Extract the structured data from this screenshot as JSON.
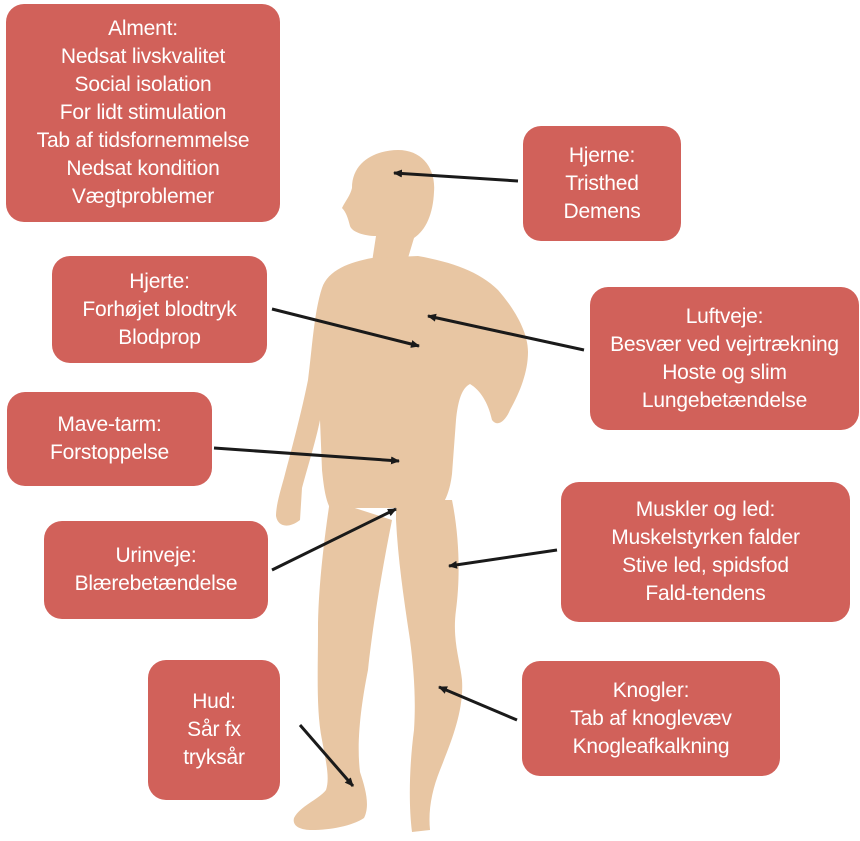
{
  "colors": {
    "box": "#d1615a",
    "box_text": "#ffffff",
    "body_silhouette": "#e8c6a3",
    "arrow": "#1a1a1a",
    "background": "#ffffff"
  },
  "boxes": {
    "alment": {
      "lines": [
        "Alment:",
        "Nedsat livskvalitet",
        "Social isolation",
        "For lidt stimulation",
        "Tab af tidsfornemmelse",
        "Nedsat kondition",
        "Vægtproblemer"
      ]
    },
    "hjerne": {
      "lines": [
        "Hjerne:",
        "Tristhed",
        "Demens"
      ]
    },
    "hjerte": {
      "lines": [
        "Hjerte:",
        "Forhøjet blodtryk",
        "Blodprop"
      ]
    },
    "luftveje": {
      "lines": [
        "Luftveje:",
        "Besvær ved vejrtrækning",
        "Hoste og slim",
        "Lungebetændelse"
      ]
    },
    "mave": {
      "lines": [
        "Mave-tarm:",
        "Forstoppelse"
      ]
    },
    "urinveje": {
      "lines": [
        "Urinveje:",
        "Blærebetændelse"
      ]
    },
    "muskler": {
      "lines": [
        "Muskler og led:",
        "Muskelstyrken falder",
        "Stive led, spidsfod",
        "Fald-tendens"
      ]
    },
    "hud": {
      "lines": [
        "Hud:",
        "Sår fx",
        "tryksår"
      ]
    },
    "knogler": {
      "lines": [
        "Knogler:",
        "Tab af knoglevæv",
        "Knogleafkalkning"
      ]
    }
  }
}
